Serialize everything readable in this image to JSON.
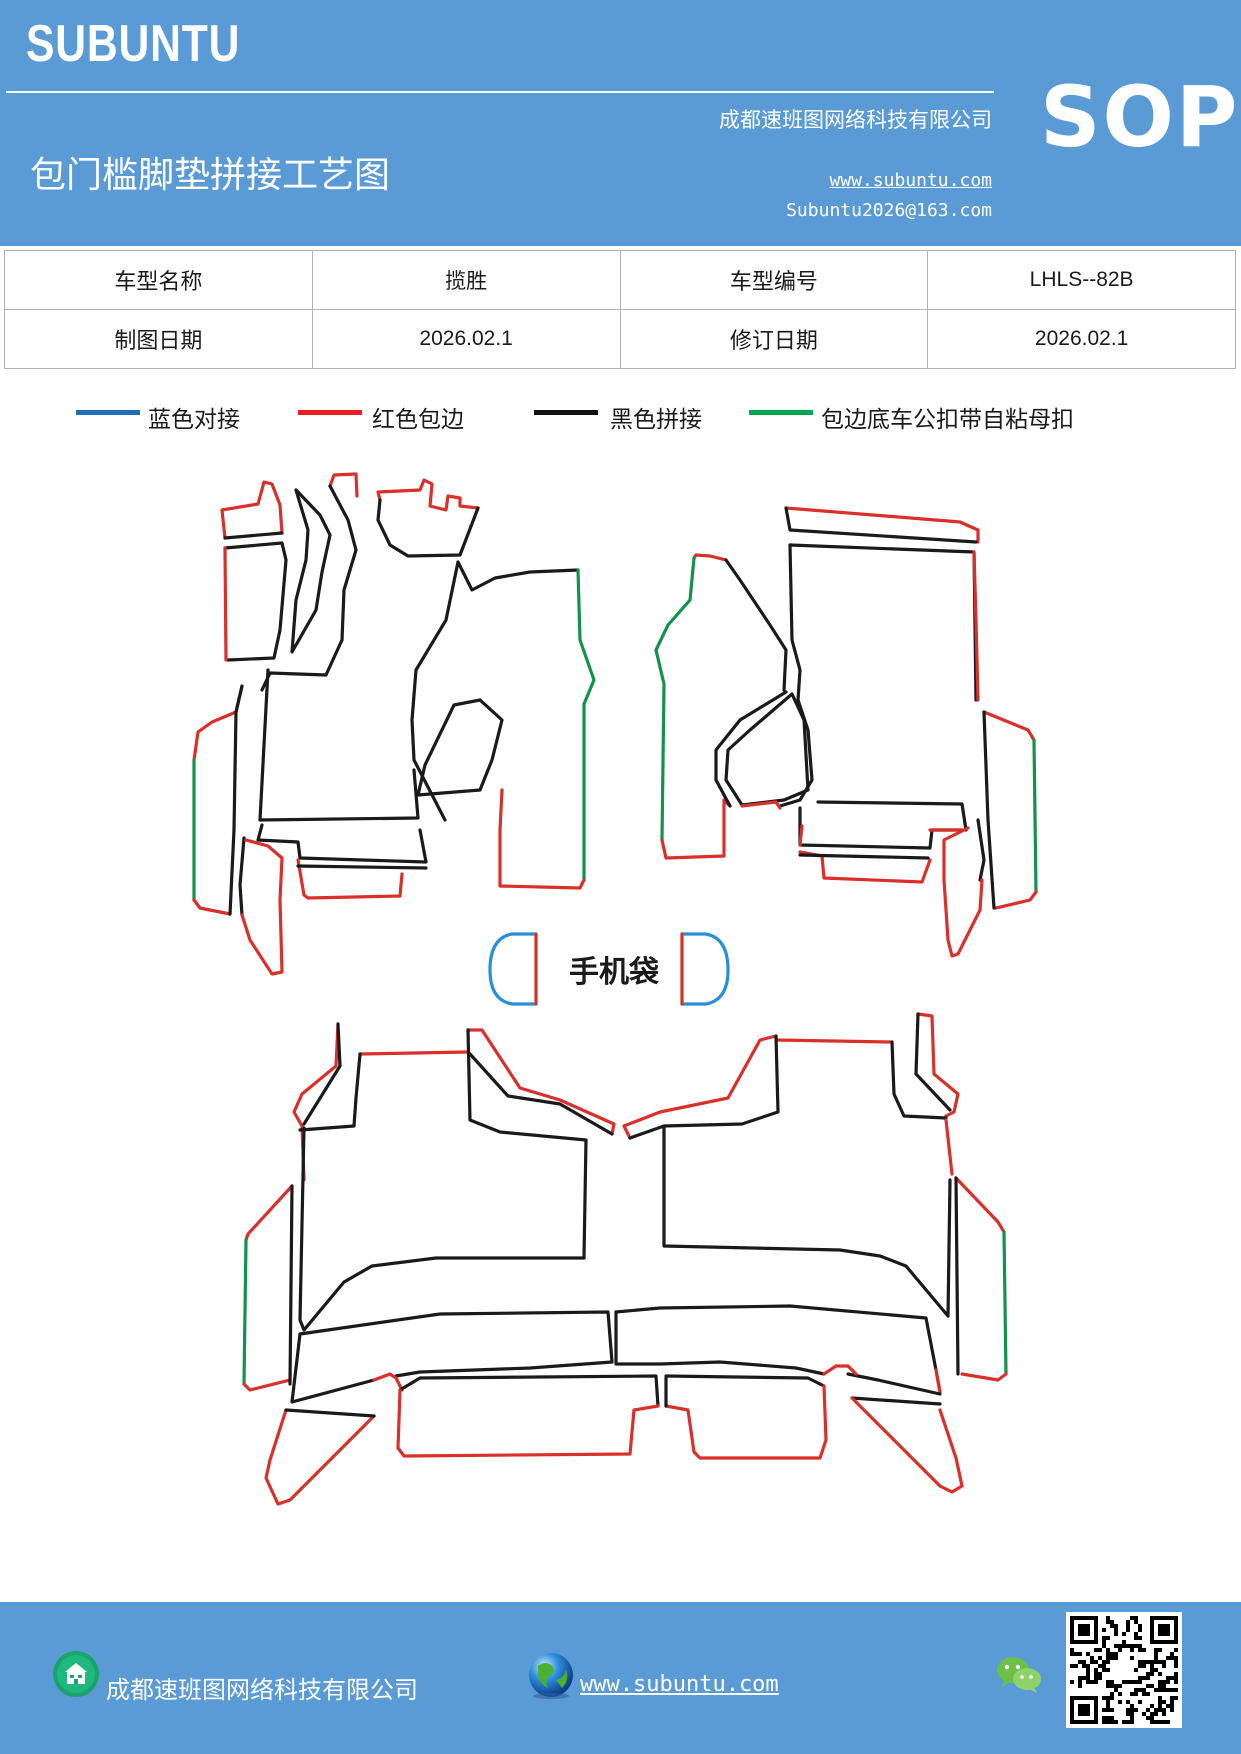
{
  "header": {
    "brand": "SUBUNTU",
    "sop": "SOP",
    "company": "成都速班图网络科技有限公司",
    "title": "包门槛脚垫拼接工艺图",
    "website": "www.subuntu.com",
    "email": "Subuntu2026@163.com"
  },
  "info_table": {
    "rows": [
      {
        "label1": "车型名称",
        "value1": "揽胜",
        "label2": "车型编号",
        "value2": "LHLS--82B"
      },
      {
        "label1": "制图日期",
        "value1": "2026.02.1",
        "label2": "修订日期",
        "value2": "2026.02.1"
      }
    ]
  },
  "legend": {
    "items": [
      {
        "label": "蓝色对接",
        "color": "#1f6fb5"
      },
      {
        "label": "红色包边",
        "color": "#ee1c25"
      },
      {
        "label": "黑色拼接",
        "color": "#111111"
      },
      {
        "label": "包边底车公扣带自粘母扣",
        "color": "#00a651"
      }
    ]
  },
  "diagram": {
    "phone_pouch_label": "手机袋",
    "stroke_colors": {
      "red": "#d9302b",
      "black": "#1a1a1a",
      "green": "#12924a",
      "blue": "#2a8fd6"
    }
  },
  "footer": {
    "company": "成都速班图网络科技有限公司",
    "website": "www.subuntu.com",
    "icons": [
      "building-icon",
      "globe-icon",
      "wechat-icon",
      "qr-code"
    ]
  }
}
